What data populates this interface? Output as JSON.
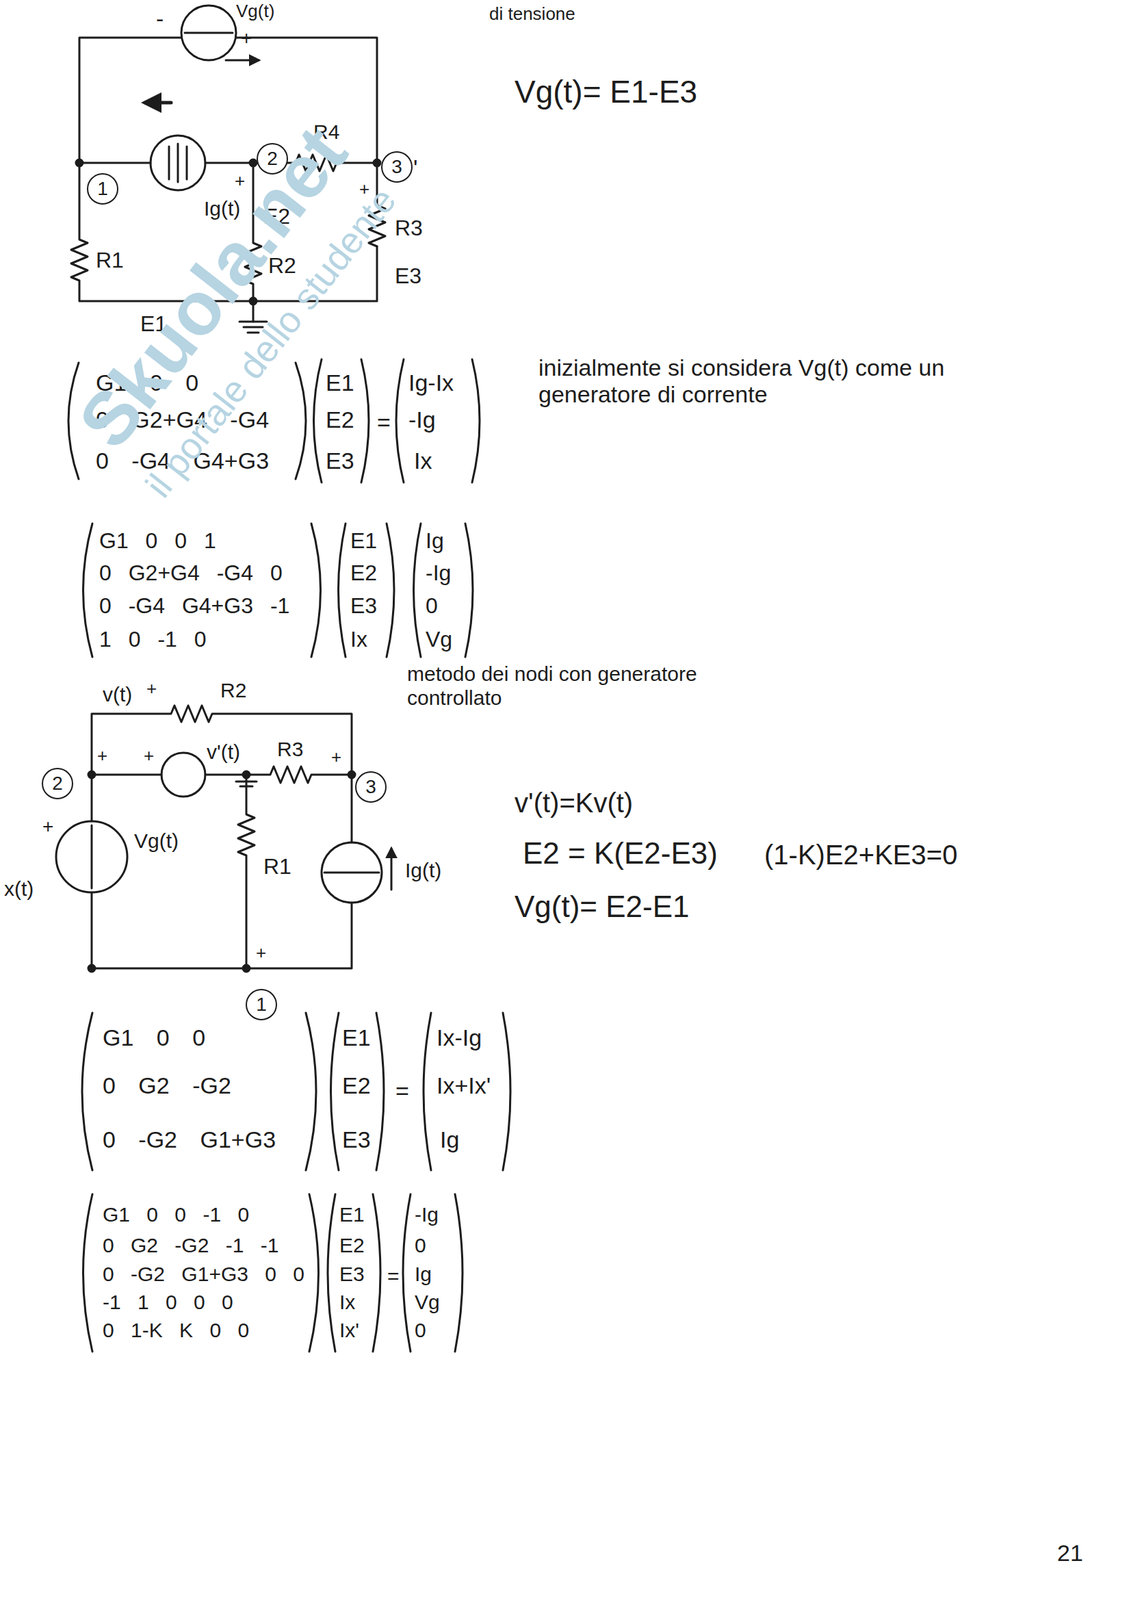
{
  "diagram": {
    "nodes": [
      {
        "text": [
          "1"
        ]
      },
      {
        "text": [
          "2"
        ]
      },
      {
        "text": [
          "3"
        ]
      },
      {
        "text": [
          "2"
        ]
      },
      {
        "text": [
          "3"
        ]
      },
      {
        "text": [
          "1"
        ]
      }
    ],
    "labels": [
      "Vg(t)",
      "-",
      "+",
      "di tensione",
      "Vg(t)= E1-E3",
      "R4",
      "'",
      "+",
      "+",
      "Ig(t)",
      "E2",
      "R2",
      "R1",
      "R3",
      "E3",
      "E1",
      "inizialmente si considera Vg(t) come un generatore di corrente",
      "G1 0 0",
      "0 G2+G4 -G4",
      "0 -G4 G4+G3",
      "E1",
      "E2",
      "E3",
      "=",
      "Ig-Ix",
      "-Ig",
      "Ix",
      "G1 0 0 1",
      "0 G2+G4 -G4 0",
      "0 -G4 G4+G3 -1",
      "1 0 -1 0",
      "E1",
      "E2",
      "E3",
      "Ix",
      "Ig",
      "-Ig",
      "0",
      "Vg",
      "metodo dei nodi con generatore controllato",
      "v(t)",
      "+",
      "R2",
      "+",
      "+",
      "v'(t)",
      "R3",
      "+",
      "+",
      "Vg(t)",
      "x(t)",
      "R1",
      "Ig(t)",
      "+",
      "v'(t)=Kv(t)",
      "E2 = K(E2-E3)",
      "(1-K)E2+KE3=0",
      "Vg(t)= E2-E1",
      "G1 0 0",
      "0 G2 -G2",
      "0 -G2 G1+G3",
      "E1",
      "E2",
      "E3",
      "=",
      "Ix-Ig",
      "Ix+Ix'",
      "Ig",
      "G1 0 0 -1 0",
      "0 G2 -G2 -1 -1",
      "0 -G2 G1+G3 0 0",
      "-1 1 0 0 0",
      "0 1-K K 0 0",
      "E1",
      "E2",
      "E3",
      "Ix",
      "Ix'",
      "=",
      "-Ig",
      "0",
      "Ig",
      "Vg",
      "0",
      "21",
      "Skuola.net",
      "il portale dello studente"
    ]
  }
}
